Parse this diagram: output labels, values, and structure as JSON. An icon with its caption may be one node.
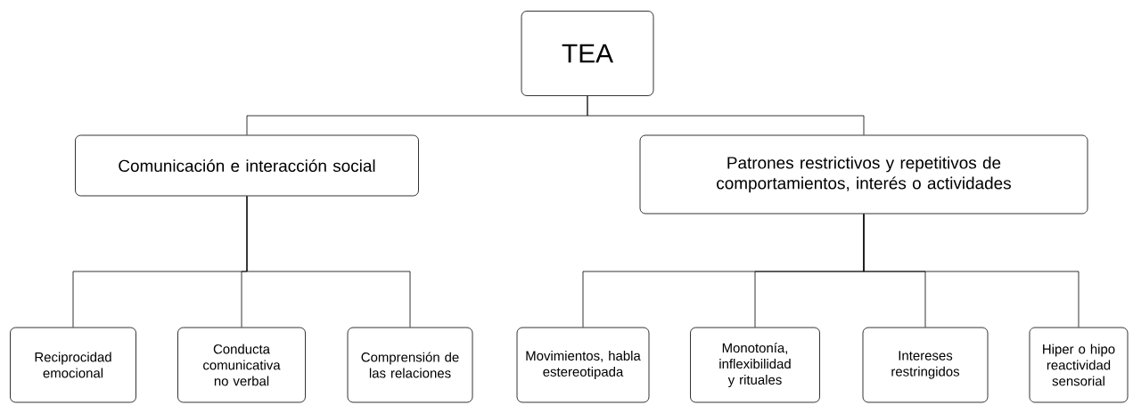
{
  "diagram": {
    "nodes": [
      {
        "text": [
          "TEA"
        ]
      },
      {
        "text": [
          "Comunicación e interacción social"
        ]
      },
      {
        "text": [
          "Patrones restrictivos y repetitivos de comportamientos, interés o actividades"
        ]
      },
      {
        "text": [
          "Reciprocidad emocional"
        ]
      },
      {
        "text": [
          "Conducta comunicativa no verbal"
        ]
      },
      {
        "text": [
          "Comprensión de las relaciones"
        ]
      },
      {
        "text": [
          "Movimientos, habla estereotipada"
        ]
      },
      {
        "text": [
          "Monotonía, inflexibilidad y rituales"
        ]
      },
      {
        "text": [
          "Intereses restringidos"
        ]
      },
      {
        "text": [
          "Hiper o hipo reactividad sensorial"
        ]
      }
    ],
    "edges": [
      {
        "from": 0,
        "to": 1,
        "arrow": "none"
      },
      {
        "from": 0,
        "to": 2,
        "arrow": "none"
      },
      {
        "from": 1,
        "to": 3,
        "arrow": "none"
      },
      {
        "from": 1,
        "to": 4,
        "arrow": "none"
      },
      {
        "from": 1,
        "to": 5,
        "arrow": "none"
      },
      {
        "from": 2,
        "to": 6,
        "arrow": "none"
      },
      {
        "from": 2,
        "to": 7,
        "arrow": "none"
      },
      {
        "from": 2,
        "to": 8,
        "arrow": "none"
      },
      {
        "from": 2,
        "to": 9,
        "arrow": "none"
      }
    ]
  }
}
